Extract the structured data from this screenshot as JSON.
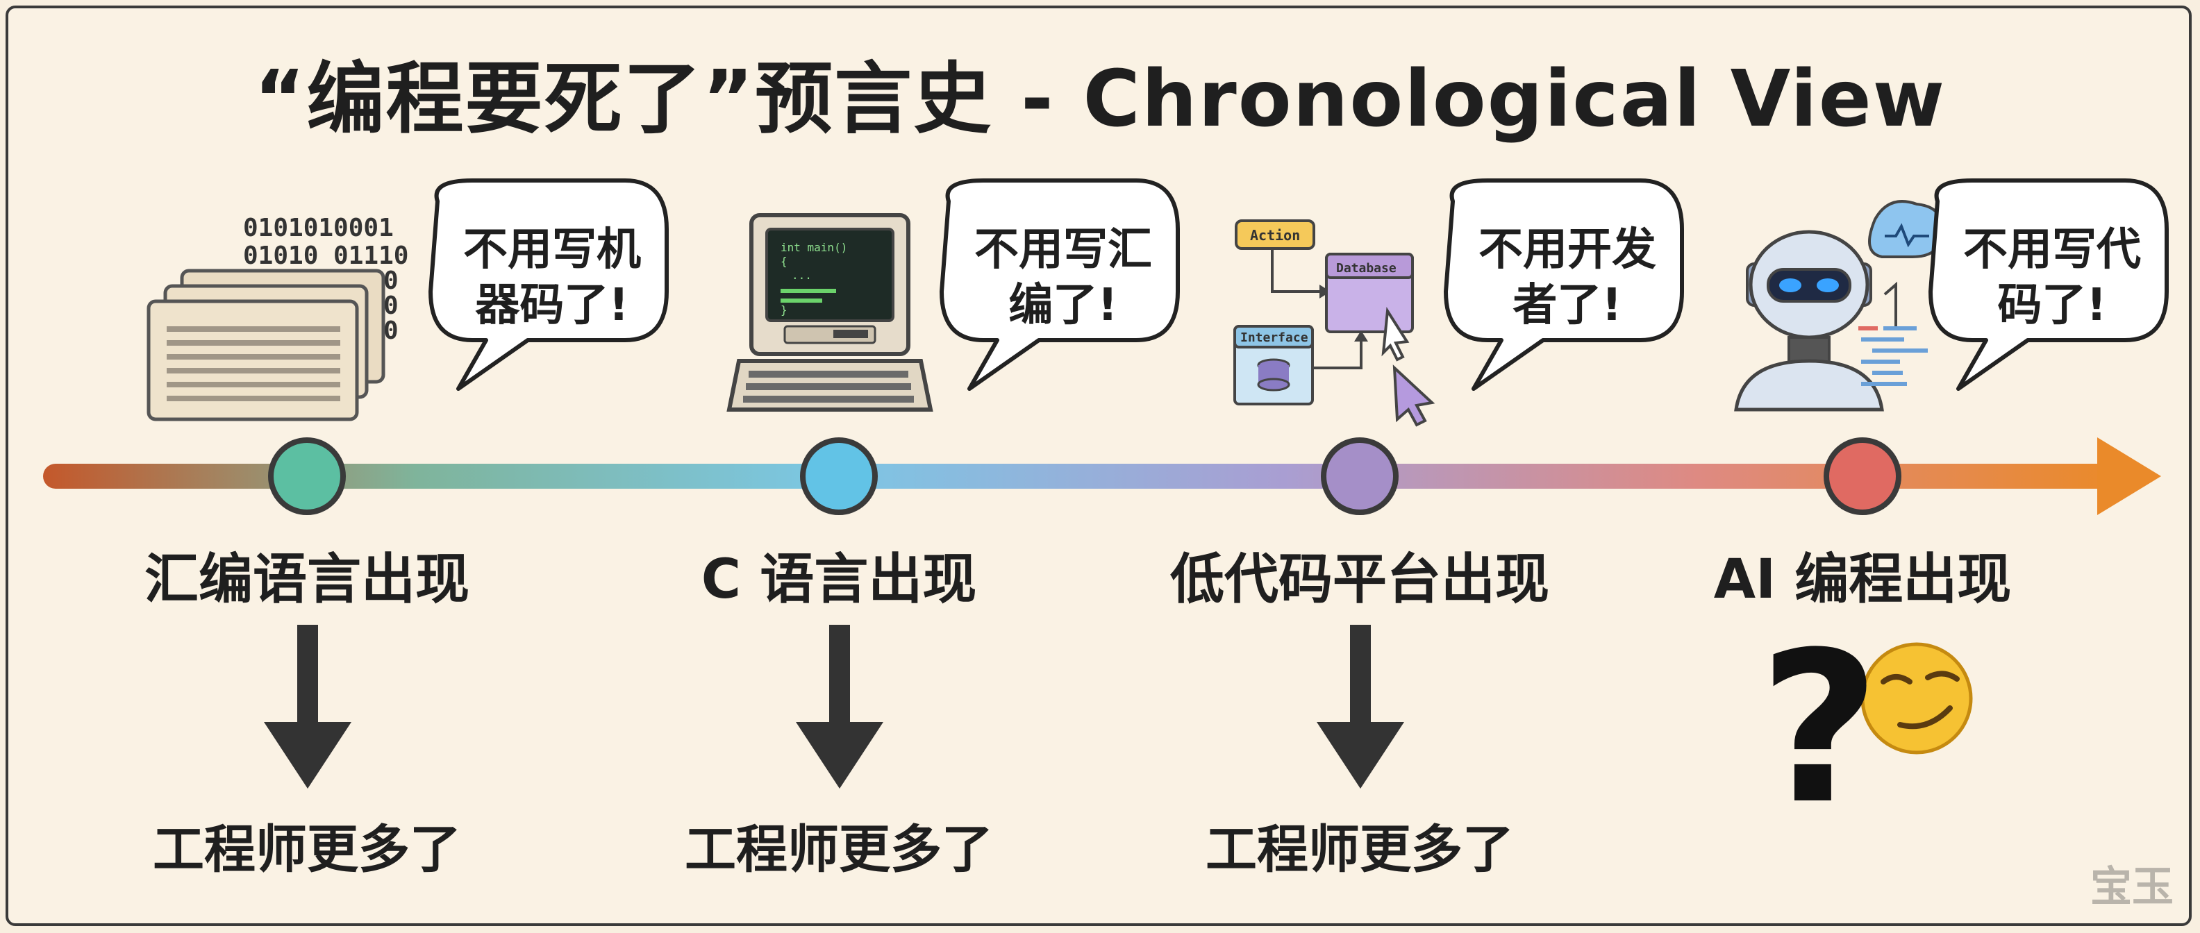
{
  "title": "“编程要死了”预言史 - Chronological View",
  "stages": [
    {
      "label": "汇编语言出现",
      "bubble_line1": "不用写机",
      "bubble_line2": "器码了!",
      "result": "工程师更多了",
      "node_color": "#5cbfa2"
    },
    {
      "label": "C 语言出现",
      "bubble_line1": "不用写汇",
      "bubble_line2": "编了!",
      "result": "工程师更多了",
      "node_color": "#62c3e6"
    },
    {
      "label": "低代码平台出现",
      "bubble_line1": "不用开发",
      "bubble_line2": "者了!",
      "result": "工程师更多了",
      "node_color": "#a58fc8"
    },
    {
      "label": "AI 编程出现",
      "bubble_line1": "不用写代",
      "bubble_line2": "码了!",
      "result": "?",
      "node_color": "#e06a62"
    }
  ],
  "illustrations": {
    "binary_line1": "0101010001",
    "binary_line2": "01010 01110",
    "binary_digit3": "0",
    "binary_digit4": "0",
    "binary_digit5": "0",
    "code_line1": "int main()",
    "code_line2": "{",
    "code_line3": "...",
    "code_line4": "}",
    "action_label": "Action",
    "database_label": "Database",
    "interface_label": "Interface"
  },
  "watermark": "宝玉"
}
